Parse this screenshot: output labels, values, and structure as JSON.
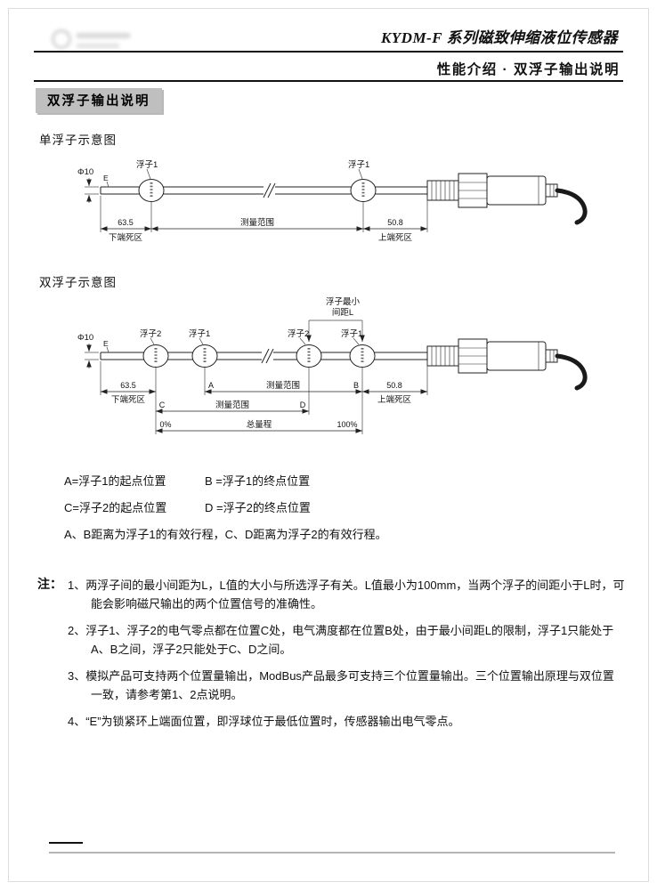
{
  "header": {
    "series_title": "KYDM-F 系列磁致伸缩液位传感器",
    "page_subtitle": "性能介绍 · 双浮子输出说明",
    "section_badge": "双浮子输出说明"
  },
  "diagram_single": {
    "title": "单浮子示意图",
    "phi_label": "Φ10",
    "e_label": "E",
    "float1_start_label": "浮子1",
    "float1_end_label": "浮子1",
    "lower_dim": "63.5",
    "lower_dead_zone": "下端死区",
    "measure_range": "测量范围",
    "upper_dim": "50.8",
    "upper_dead_zone": "上端死区"
  },
  "diagram_double": {
    "title": "双浮子示意图",
    "phi_label": "Φ10",
    "e_label": "E",
    "min_gap_line1": "浮子最小",
    "min_gap_line2": "间距L",
    "float2_start_label": "浮子2",
    "float1_start_label": "浮子1",
    "float2_end_label": "浮子2",
    "float1_end_label": "浮子1",
    "lower_dim": "63.5",
    "lower_dead_zone": "下端死区",
    "marker_a": "A",
    "measure_range_ab": "测量范围",
    "marker_b": "B",
    "upper_dim": "50.8",
    "upper_dead_zone": "上端死区",
    "marker_c": "C",
    "measure_range_cd": "测量范围",
    "marker_d": "D",
    "pct_zero": "0%",
    "total_range": "总量程",
    "pct_hundred": "100%"
  },
  "legend": {
    "a_def": "A=浮子1的起点位置",
    "b_def": "B =浮子1的终点位置",
    "c_def": "C=浮子2的起点位置",
    "d_def": "D =浮子2的终点位置",
    "summary": "A、B距离为浮子1的有效行程，C、D距离为浮子2的有效行程。"
  },
  "notes": {
    "label": "注：",
    "items": [
      "1、两浮子间的最小间距为L，L值的大小与所选浮子有关。L值最小为100mm，当两个浮子的间距小于L时，可能会影响磁尺输出的两个位置信号的准确性。",
      "2、浮子1、浮子2的电气零点都在位置C处，电气满度都在位置B处，由于最小间距L的限制，浮子1只能处于A、B之间，浮子2只能处于C、D之间。",
      "3、模拟产品可支持两个位置量输出，ModBus产品最多可支持三个位置量输出。三个位置输出原理与双位置一致，请参考第1、2点说明。",
      "4、“E”为锁紧环上端面位置，即浮球位于最低位置时，传感器输出电气零点。"
    ]
  },
  "colors": {
    "ink": "#111111",
    "badge_bg": "#bfbfbf",
    "footer_rule": "#b5b5b5"
  }
}
